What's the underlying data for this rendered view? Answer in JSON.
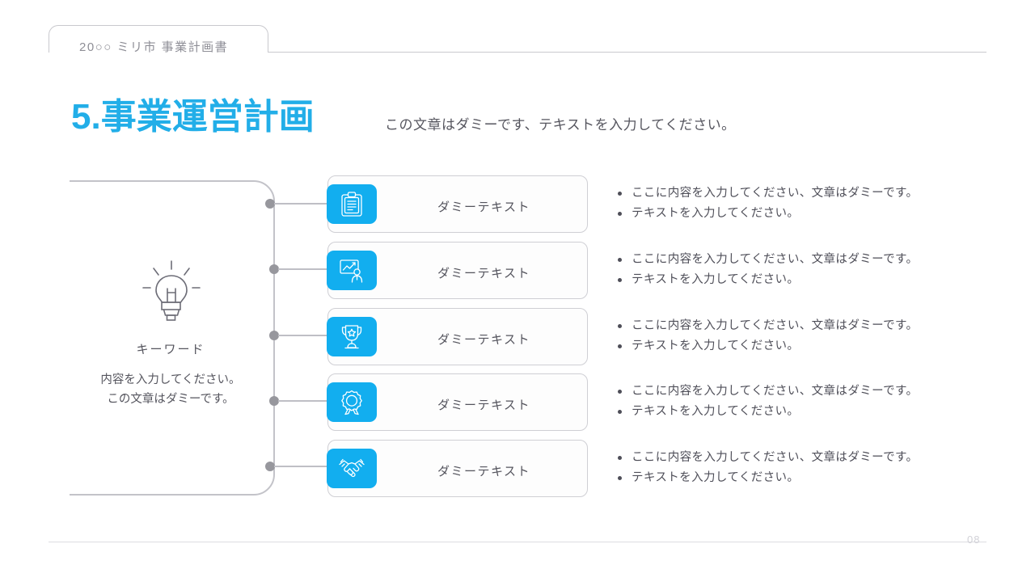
{
  "header": {
    "title": "20○○ ミリ市 事業計画書"
  },
  "title": {
    "main": "5.事業運営計画",
    "subtitle": "この文章はダミーです、テキストを入力してください。",
    "accent_color": "#22aee8"
  },
  "keyword_panel": {
    "icon": "lightbulb-icon",
    "label": "キーワード",
    "description_line1": "内容を入力してください。",
    "description_line2": "この文章はダミーです。"
  },
  "rows": [
    {
      "icon": "clipboard-icon",
      "label": "ダミーテキスト",
      "bullets": [
        "ここに内容を入力してください、文章はダミーです。",
        "テキストを入力してください。"
      ]
    },
    {
      "icon": "presentation-person-icon",
      "label": "ダミーテキスト",
      "bullets": [
        "ここに内容を入力してください、文章はダミーです。",
        "テキストを入力してください。"
      ]
    },
    {
      "icon": "trophy-icon",
      "label": "ダミーテキスト",
      "bullets": [
        "ここに内容を入力してください、文章はダミーです。",
        "テキストを入力してください。"
      ]
    },
    {
      "icon": "award-ribbon-icon",
      "label": "ダミーテキスト",
      "bullets": [
        "ここに内容を入力してください、文章はダミーです。",
        "テキストを入力してください。"
      ]
    },
    {
      "icon": "handshake-icon",
      "label": "ダミーテキスト",
      "bullets": [
        "ここに内容を入力してください、文章はダミーです。",
        "テキストを入力してください。"
      ]
    }
  ],
  "footer": {
    "page_number": "08"
  },
  "colors": {
    "accent_blue": "#12aeef",
    "title_blue": "#22aee8",
    "line_gray": "#c9c9ce",
    "dot_gray": "#97979d",
    "text_gray": "#54545d"
  }
}
